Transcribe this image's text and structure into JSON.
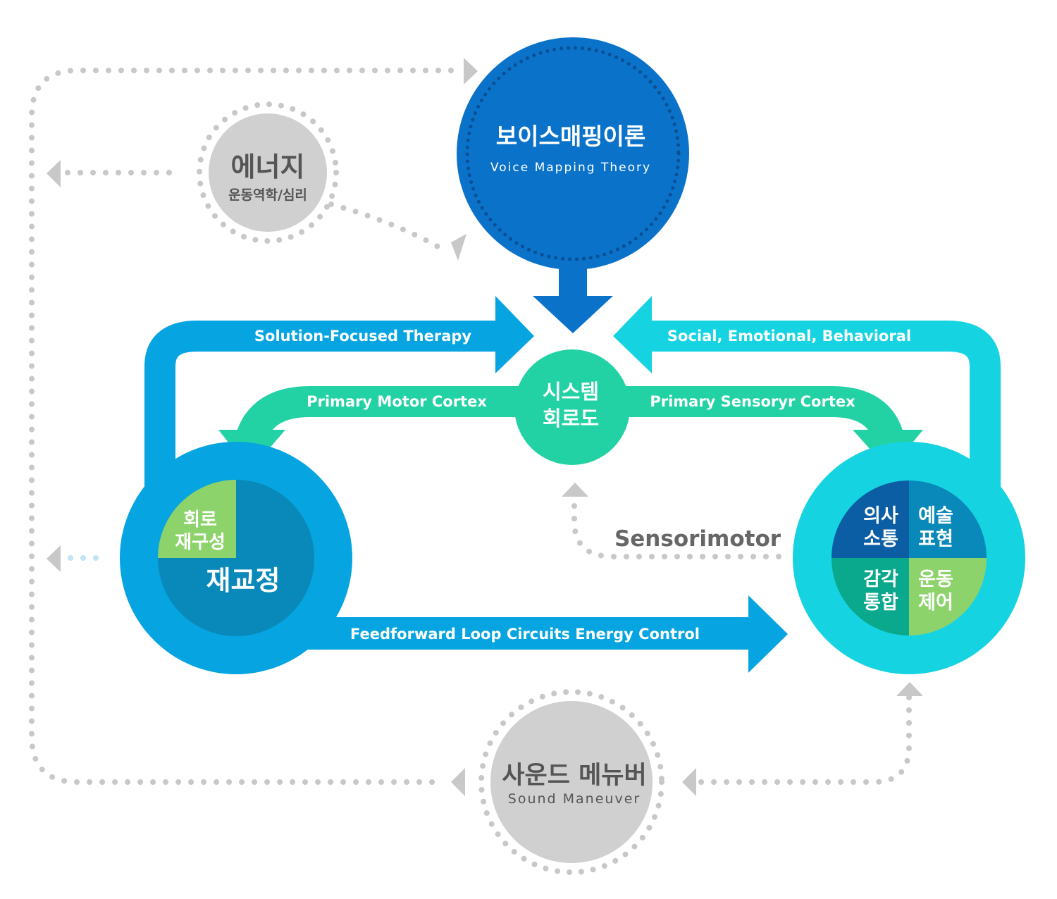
{
  "nodes": {
    "top": {
      "title": "보이스매핑이론",
      "subtitle": "Voice Mapping Theory"
    },
    "energy": {
      "title": "에너지",
      "subtitle": "운동역학/심리"
    },
    "center": {
      "line1": "시스템",
      "line2": "회로도"
    },
    "left": {
      "quadrant_line1": "회로",
      "quadrant_line2": "재구성",
      "main": "재교정"
    },
    "right": {
      "q1_line1": "의사",
      "q1_line2": "소통",
      "q2_line1": "예술",
      "q2_line2": "표현",
      "q3_line1": "감각",
      "q3_line2": "통합",
      "q4_line1": "운동",
      "q4_line2": "제어"
    },
    "sound": {
      "title": "사운드 메뉴버",
      "subtitle": "Sound Maneuver"
    }
  },
  "arrows": {
    "solution": "Solution-Focused Therapy",
    "social": "Social, Emotional, Behavioral",
    "motor": "Primary Motor Cortex",
    "sensory": "Primary Sensoryr Cortex",
    "feedforward": "Feedforward Loop Circuits Energy  Control",
    "sensorimotor": "Sensorimotor"
  },
  "colors": {
    "top_blue": "#0a72c9",
    "left_blue": "#06a4e0",
    "cyan": "#16d3e2",
    "green": "#22d2a4",
    "dark_quadrant": "#0889b9",
    "light_green": "#8dd36c",
    "navy": "#0b5da4",
    "teal": "#0aa88c",
    "gray": "#d0d0d0",
    "dot_gray": "#c8c8c8"
  }
}
